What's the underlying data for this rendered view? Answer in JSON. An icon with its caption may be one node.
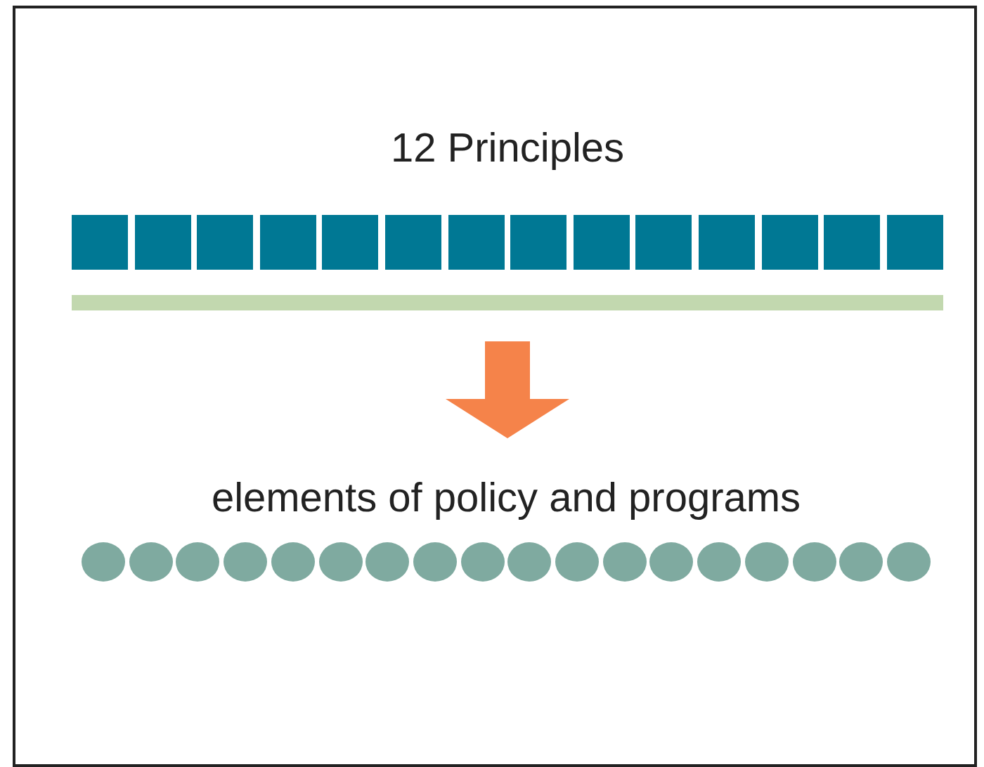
{
  "diagram": {
    "nodes": [
      {
        "text": [
          "12 Principles"
        ]
      },
      {
        "text": [],
        "shape": "box",
        "in": 0
      },
      {
        "text": [],
        "shape": "box",
        "in": 0
      },
      {
        "text": [],
        "shape": "box",
        "in": 0
      },
      {
        "text": [],
        "shape": "box",
        "in": 0
      },
      {
        "text": [],
        "shape": "box",
        "in": 0
      },
      {
        "text": [],
        "shape": "box",
        "in": 0
      },
      {
        "text": [],
        "shape": "box",
        "in": 0
      },
      {
        "text": [],
        "shape": "box",
        "in": 0
      },
      {
        "text": [],
        "shape": "box",
        "in": 0
      },
      {
        "text": [],
        "shape": "box",
        "in": 0
      },
      {
        "text": [],
        "shape": "box",
        "in": 0
      },
      {
        "text": [],
        "shape": "box",
        "in": 0
      },
      {
        "text": [],
        "shape": "box",
        "in": 0
      },
      {
        "text": [],
        "shape": "box",
        "in": 0
      },
      {
        "text": [],
        "shape": "bar",
        "in": 0
      },
      {
        "text": [
          "elements of policy and programs"
        ]
      },
      {
        "text": [],
        "shape": "circle",
        "in": 16
      },
      {
        "text": [],
        "shape": "circle",
        "in": 16
      },
      {
        "text": [],
        "shape": "circle",
        "in": 16
      },
      {
        "text": [],
        "shape": "circle",
        "in": 16
      },
      {
        "text": [],
        "shape": "circle",
        "in": 16
      },
      {
        "text": [],
        "shape": "circle",
        "in": 16
      },
      {
        "text": [],
        "shape": "circle",
        "in": 16
      },
      {
        "text": [],
        "shape": "circle",
        "in": 16
      },
      {
        "text": [],
        "shape": "circle",
        "in": 16
      },
      {
        "text": [],
        "shape": "circle",
        "in": 16
      },
      {
        "text": [],
        "shape": "circle",
        "in": 16
      },
      {
        "text": [],
        "shape": "circle",
        "in": 16
      },
      {
        "text": [],
        "shape": "circle",
        "in": 16
      },
      {
        "text": [],
        "shape": "circle",
        "in": 16
      },
      {
        "text": [],
        "shape": "circle",
        "in": 16
      },
      {
        "text": [],
        "shape": "circle",
        "in": 16
      },
      {
        "text": [],
        "shape": "circle",
        "in": 16
      },
      {
        "text": [],
        "shape": "circle",
        "in": 16
      }
    ],
    "edges": [
      {
        "from": 0,
        "to": 16,
        "arrow": "to",
        "style": "thick"
      }
    ]
  }
}
